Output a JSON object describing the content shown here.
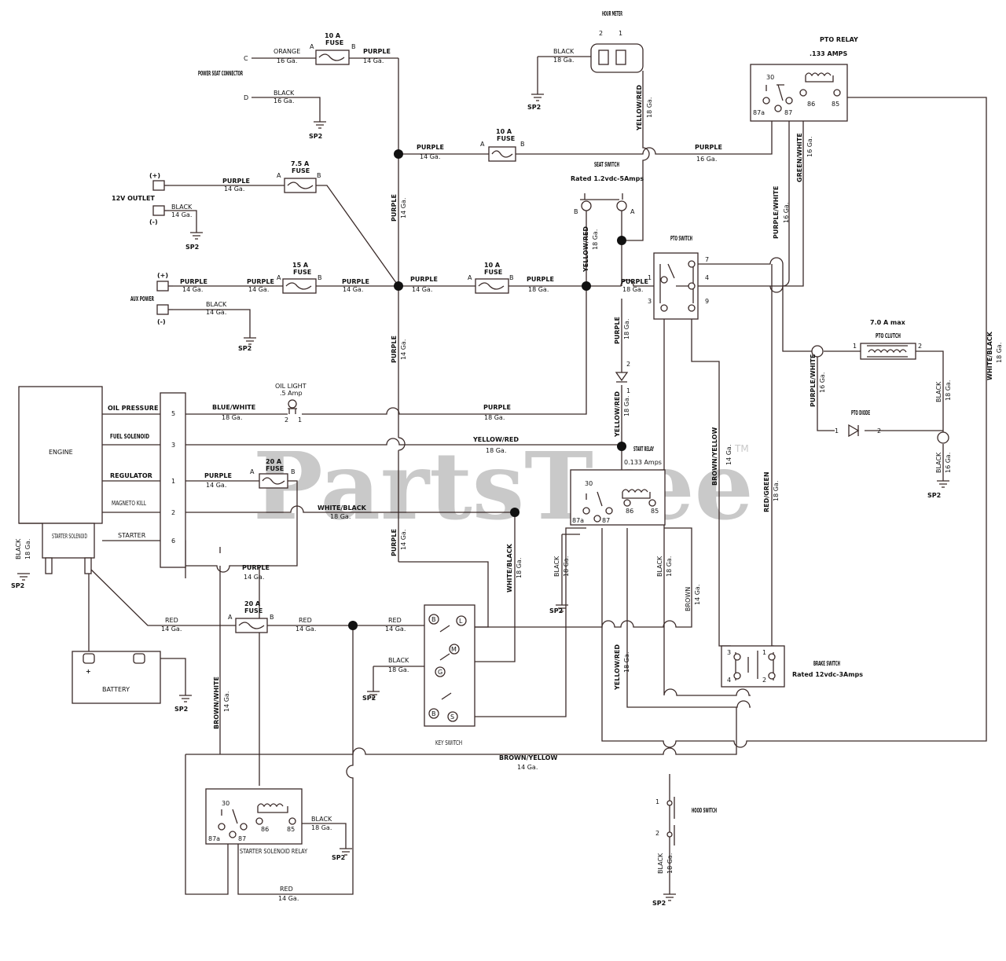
{
  "watermark": {
    "text": "PartsTree",
    "tm": "TM"
  },
  "components": {
    "hour_meter": "HOUR METER",
    "hour_meter_pins": [
      "2",
      "1"
    ],
    "pto_relay": "PTO RELAY",
    "pto_relay_rating": ".133 AMPS",
    "relay_pins": [
      "30",
      "87a",
      "87",
      "86",
      "85"
    ],
    "power_seat_connector": "POWER SEAT CONNECTOR",
    "outlet_12v": "12V OUTLET",
    "aux_power": "AUX POWER",
    "plus": "(+)",
    "minus": "(-)",
    "seat_switch": "SEAT SWITCH",
    "seat_switch_rating": "Rated 1.2vdc-5Amps",
    "pto_switch": "PTO SWITCH",
    "pto_switch_pins": [
      "1",
      "3",
      "7",
      "4",
      "9"
    ],
    "pto_clutch_rating": "7.0 A max",
    "pto_clutch": "PTO CLUTCH",
    "pto_diode": "PTO DIODE",
    "engine": "ENGINE",
    "starter_solenoid": "STARTER SOLENOID",
    "engine_terminals": [
      "OIL PRESSURE",
      "FUEL SOLENOID",
      "REGULATOR",
      "MAGNETO KILL",
      "STARTER"
    ],
    "connector_pins": [
      "5",
      "3",
      "1",
      "2",
      "6"
    ],
    "oil_light": "OIL LIGHT",
    "oil_light_rating": ".5 Amp",
    "start_relay": "START RELAY",
    "start_relay_rating": "0.133 Amps",
    "battery": "BATTERY",
    "key_switch": "KEY SWITCH",
    "key_pins": [
      "B",
      "L",
      "M",
      "G",
      "B",
      "S"
    ],
    "brake_switch": "BRAKE SWITCH",
    "brake_switch_rating": "Rated 12vdc-3Amps",
    "hood_switch": "HOOD SWITCH",
    "starter_solenoid_relay": "STARTER SOLENOID RELAY",
    "ground": "SP2",
    "fuse": "FUSE",
    "fuse_10a": "10 A",
    "fuse_7_5a": "7.5 A",
    "fuse_15a": "15 A",
    "fuse_20a": "20 A",
    "fuse_ends": [
      "A",
      "B"
    ],
    "diode_pins": [
      "2",
      "1"
    ],
    "letter_c": "C",
    "letter_d": "D"
  },
  "wires": {
    "orange": "ORANGE",
    "purple": "PURPLE",
    "black": "BLACK",
    "red": "RED",
    "yellow_red": "YELLOW/RED",
    "purple_white": "PURPLE/WHITE",
    "green_white": "GREEN/WHITE",
    "white_black": "WHITE/BLACK",
    "blue_white": "BLUE/WHITE",
    "brown_yellow": "BROWN/YELLOW",
    "red_green": "RED/GREEN",
    "brown": "BROWN",
    "brown_white": "BROWN/WHITE",
    "g14": "14 Ga.",
    "g16": "16 Ga.",
    "g18": "18 Ga."
  }
}
